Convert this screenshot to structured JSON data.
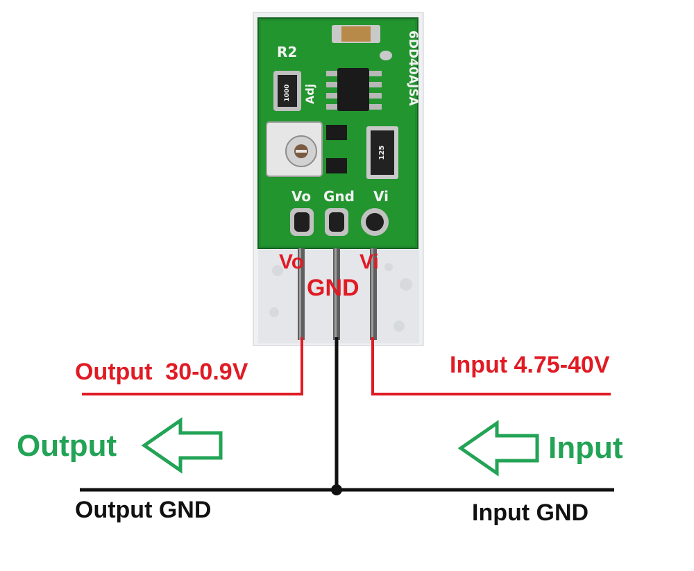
{
  "pin_labels": {
    "vo": "Vo",
    "gnd": "GND",
    "vi": "Vi"
  },
  "board_silkscreen": {
    "r2": "R2",
    "adj": "Adj",
    "resistor_code": "1000",
    "inductor_code": "125",
    "part_number": "6DD40AJSA",
    "pin_vo": "Vo",
    "pin_gnd": "Gnd",
    "pin_vi": "Vi"
  },
  "output_range_label": "Output  30-0.9V",
  "input_range_label": "Input 4.75-40V",
  "output_arrow_label": "Output",
  "input_arrow_label": "Input",
  "output_gnd_label": "Output GND",
  "input_gnd_label": "Input GND",
  "colors": {
    "wire_red": "#e01b24",
    "wire_black": "#111111",
    "arrow_green": "#22a355",
    "pcb_green": "#1f8a2e",
    "label_red": "#e01b24"
  }
}
